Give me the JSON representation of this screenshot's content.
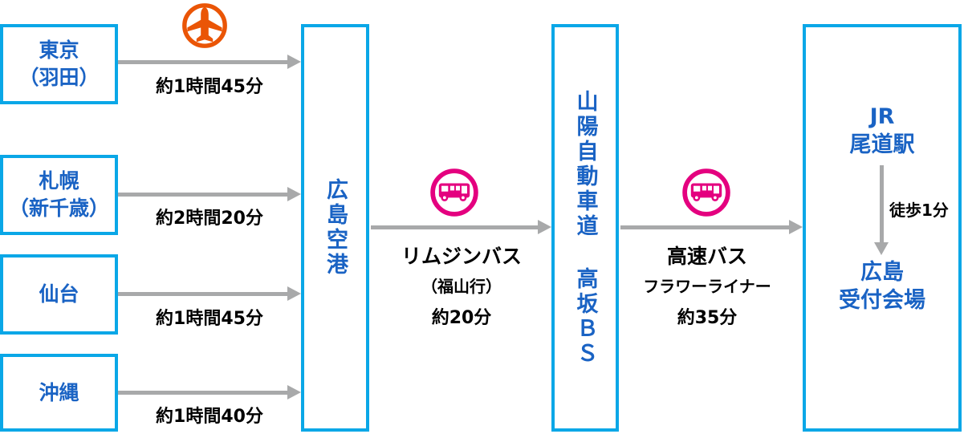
{
  "colors": {
    "border-blue": "#0aa7e7",
    "text-blue": "#1a63c4",
    "arrow-gray": "#a8a9aa",
    "plane-orange": "#ea5506",
    "bus-pink": "#e4007f"
  },
  "icons": {
    "flight": "plane-icon",
    "bus": "bus-icon"
  },
  "origins": [
    {
      "label": "東京\n（羽田）",
      "duration": "約1時間45分"
    },
    {
      "label": "札幌\n（新千歳）",
      "duration": "約2時間20分"
    },
    {
      "label": "仙台",
      "duration": "約1時間45分"
    },
    {
      "label": "沖縄",
      "duration": "約1時間40分"
    }
  ],
  "airport": {
    "label": "広島空港"
  },
  "bus_stop": {
    "label": "山陽自動車道 高坂ＢＳ"
  },
  "leg1": {
    "line1": "リムジンバス",
    "line2": "（福山行）",
    "line3": "約20分"
  },
  "leg2": {
    "line1": "高速バス",
    "line2": "フラワーライナー",
    "line3": "約35分"
  },
  "destination": {
    "station": "JR\n尾道駅",
    "walk": "徒歩1分",
    "venue": "広島\n受付会場"
  }
}
